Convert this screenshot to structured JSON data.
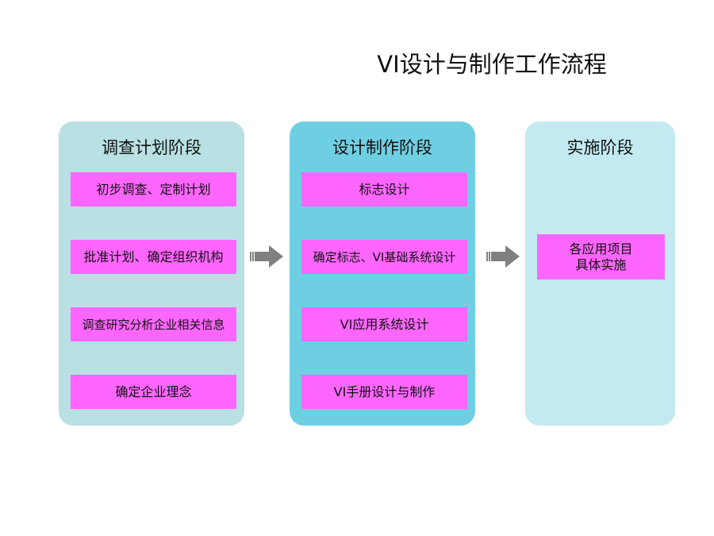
{
  "title": "VI设计与制作工作流程",
  "stages": [
    {
      "heading": "调查计划阶段",
      "items": [
        "初步调查、定制计划",
        "批准计划、确定组织机构",
        "调查研究分析企业相关信息",
        "确定企业理念"
      ]
    },
    {
      "heading": "设计制作阶段",
      "items": [
        "标志设计",
        "确定标志、VI基础系统设计",
        "VI应用系统设计",
        "VI手册设计与制作"
      ]
    },
    {
      "heading": "实施阶段",
      "items": [
        "各应用项目\n具体实施"
      ]
    }
  ],
  "connectors": [
    "arrow-right-icon",
    "arrow-right-icon"
  ],
  "colors": {
    "stage1_bg": "#b9e0e3",
    "stage2_bg": "#6fcfe2",
    "stage3_bg": "#c3eaf1",
    "item_bg": "#ff66ff",
    "arrow": "#808080"
  }
}
